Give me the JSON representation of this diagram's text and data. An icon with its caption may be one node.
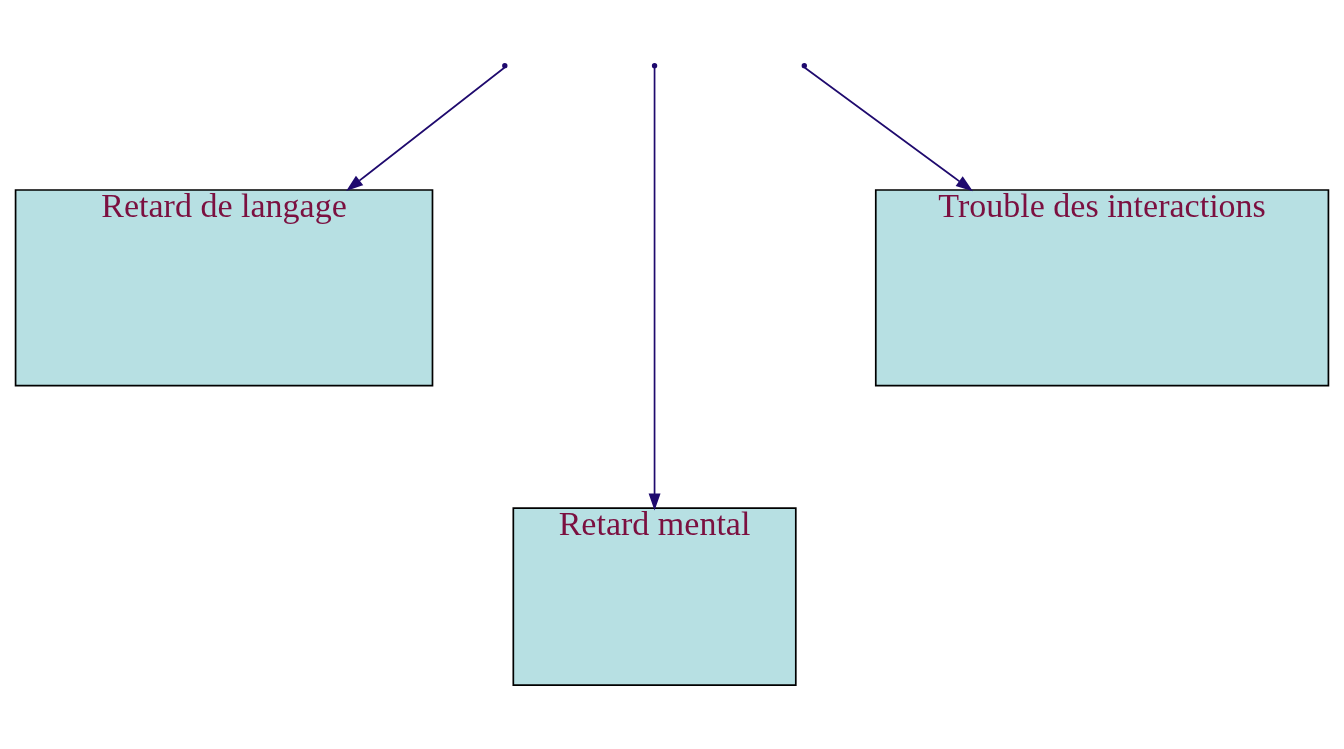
{
  "diagram": {
    "nodes": [
      {
        "text": [
          "Retard de langage"
        ]
      },
      {
        "text": [
          "Trouble des interactions"
        ]
      },
      {
        "text": [
          "Retard mental"
        ]
      }
    ],
    "edges": [
      {
        "from": null,
        "to": 0,
        "arrow": "to"
      },
      {
        "from": null,
        "to": 2,
        "arrow": "to"
      },
      {
        "from": null,
        "to": 1,
        "arrow": "to"
      }
    ]
  }
}
